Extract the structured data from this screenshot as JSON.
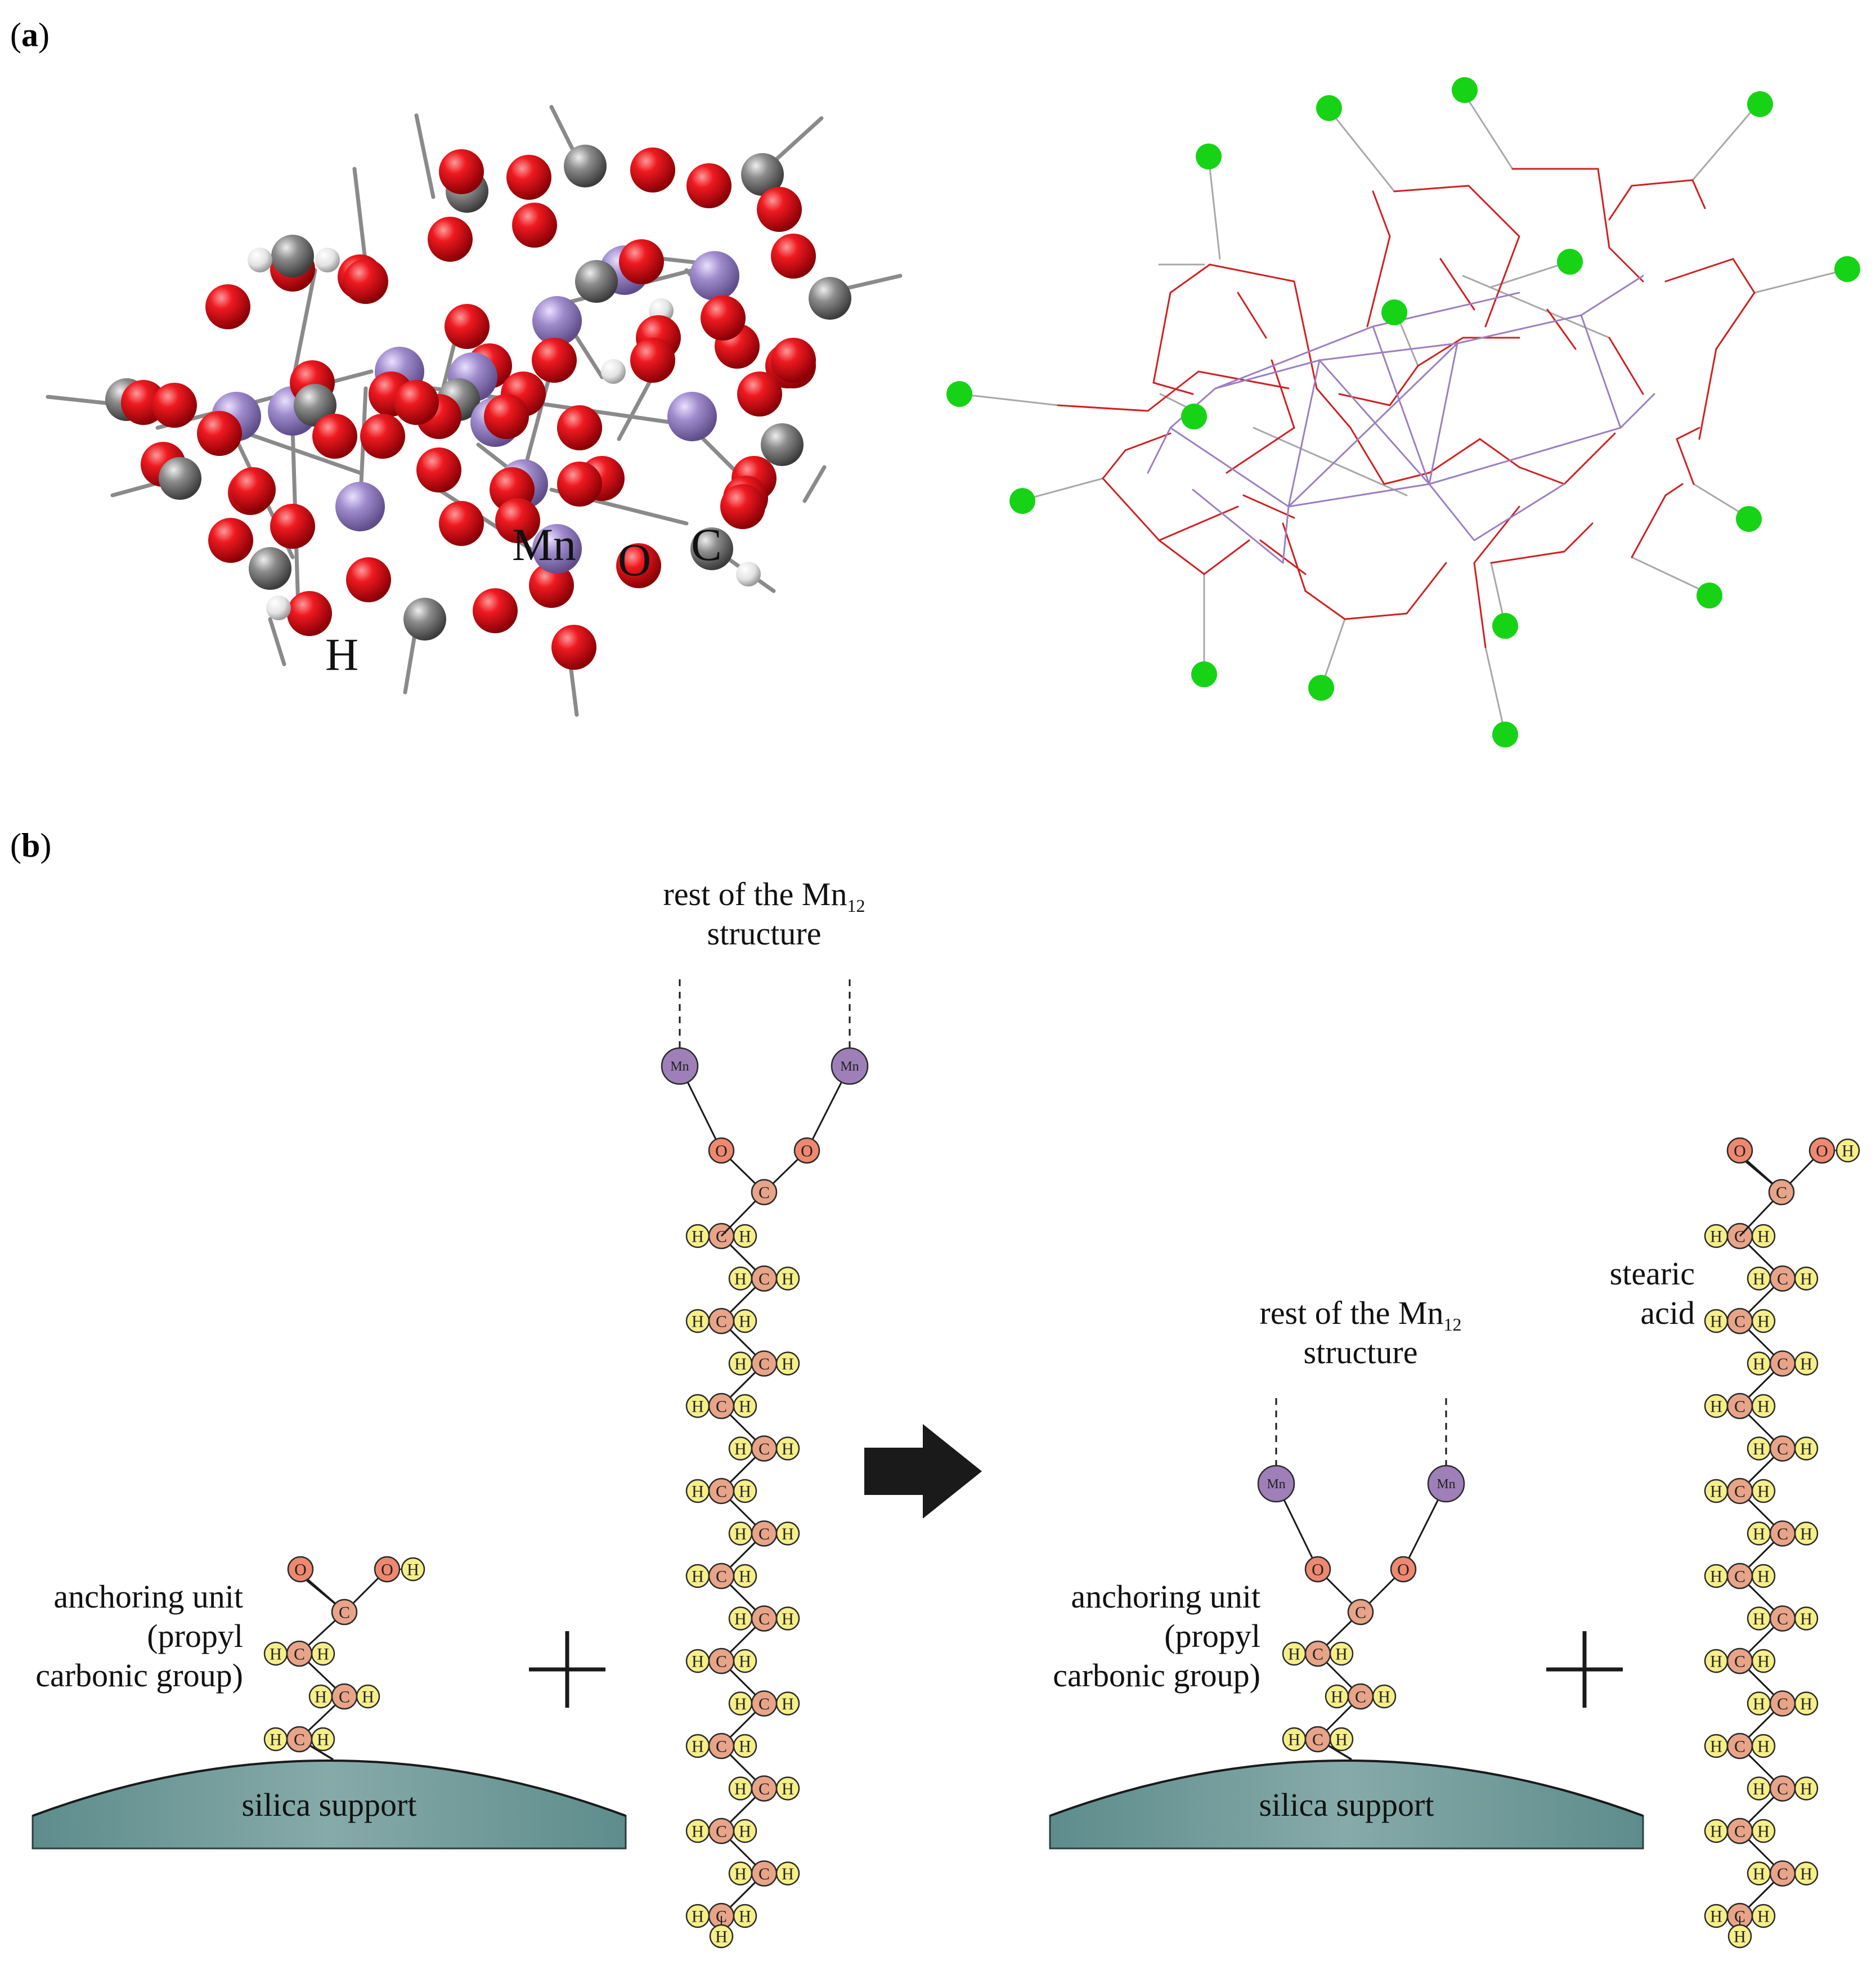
{
  "panel_a": {
    "label": "a",
    "element_labels": {
      "mn": "Mn",
      "o": "O",
      "c": "C",
      "h": "H"
    }
  },
  "panel_b": {
    "label": "b",
    "left": {
      "rest_label_line1": "rest of the Mn",
      "rest_label_sub": "12",
      "rest_label_line2": "structure",
      "anchor_line1": "anchoring unit",
      "anchor_line2": "(propyl",
      "anchor_line3": "carbonic group)",
      "support": "silica support"
    },
    "right": {
      "rest_label_line1": "rest of the Mn",
      "rest_label_sub": "12",
      "rest_label_line2": "structure",
      "anchor_line1": "anchoring unit",
      "anchor_line2": "(propyl",
      "anchor_line3": "carbonic group)",
      "support": "silica support",
      "stearic_line1": "stearic",
      "stearic_line2": "acid"
    },
    "atoms": {
      "mn": "Mn",
      "o": "O",
      "c": "C",
      "h": "H"
    }
  },
  "colors": {
    "oxygen_ball": "#e0141c",
    "manganese_ball": "#9d88c8",
    "carbon_ball": "#7a7a7a",
    "hydrogen_ball": "#e6e6e6",
    "terminal_marker": "#16d316",
    "support": "#6f9898",
    "atom_c": "#e8a488",
    "atom_o": "#ee8870",
    "atom_h": "#f6ef88",
    "atom_mn": "#9e7fb8",
    "arrow": "#1a1a1a"
  }
}
